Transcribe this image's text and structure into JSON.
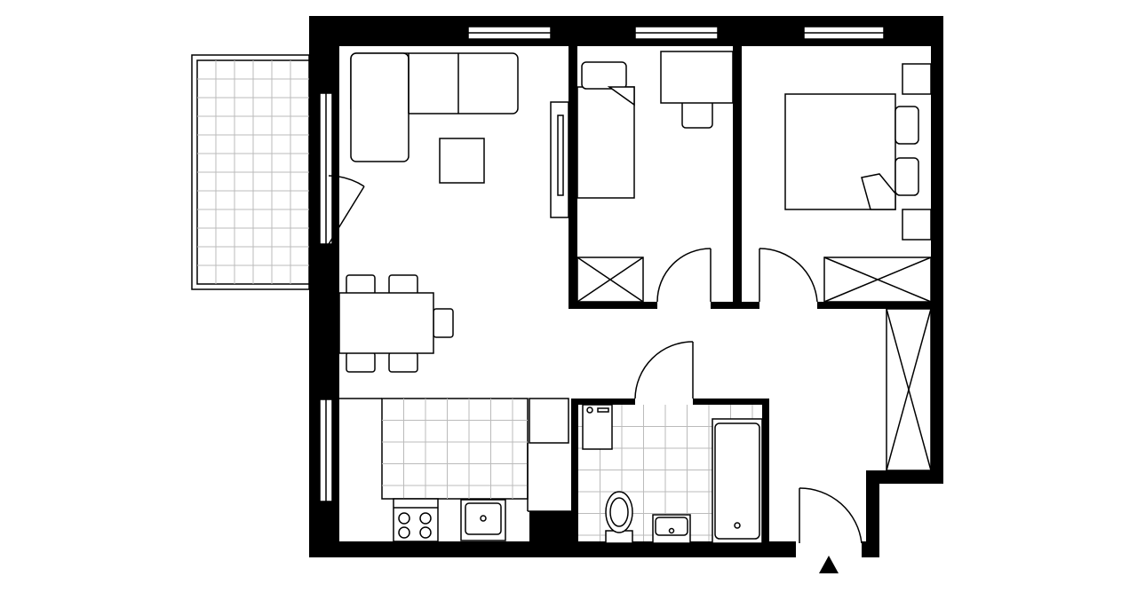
{
  "colors": {
    "wall": "#000000",
    "background": "#ffffff",
    "tile_grid": "#bbbbbb"
  },
  "plan": {
    "rooms": [
      "living-room",
      "bedroom-small",
      "bedroom-master",
      "kitchen",
      "bathroom",
      "hallway",
      "balcony"
    ],
    "entrance_marker_icon": "triangle-up"
  }
}
